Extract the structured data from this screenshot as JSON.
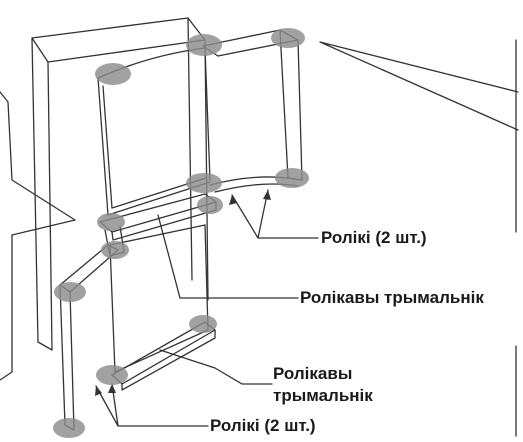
{
  "labels": {
    "rollers_top": "Ролікі (2 шт.)",
    "holder_top": "Ролікавы трымальнік",
    "holder_bottom_line1": "Ролікавы",
    "holder_bottom_line2": "трымальнік",
    "rollers_bottom": "Ролікі (2 шт.)"
  },
  "colors": {
    "line": "#333333",
    "marker": "#8c8c8c",
    "text": "#1a1a1a"
  }
}
